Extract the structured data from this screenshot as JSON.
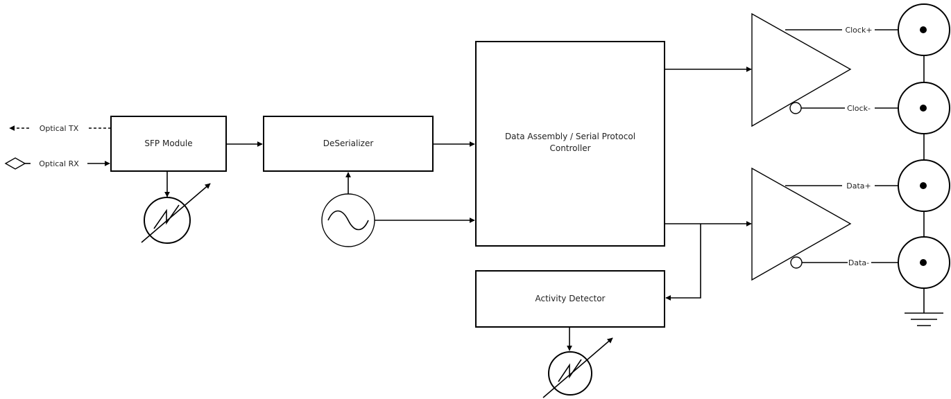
{
  "blocks": {
    "sfp_module": "SFP Module",
    "deserializer": "DeSerializer",
    "controller_line1": "Data Assembly / Serial Protocol",
    "controller_line2": "Controller",
    "activity_detector": "Activity Detector"
  },
  "ports": {
    "optical_tx": "Optical TX",
    "optical_rx": "Optical RX"
  },
  "outputs": {
    "clock_plus": "Clock+",
    "clock_minus": "Clock-",
    "data_plus": "Data+",
    "data_minus": "Data-"
  },
  "symbols": {
    "sfp_indicator": "adjustable-indicator-icon",
    "oscillator": "sine-oscillator-icon",
    "activity_indicator": "adjustable-indicator-icon",
    "connector": "bnc-connector-icon",
    "ground": "ground-icon",
    "driver": "differential-driver-icon"
  }
}
